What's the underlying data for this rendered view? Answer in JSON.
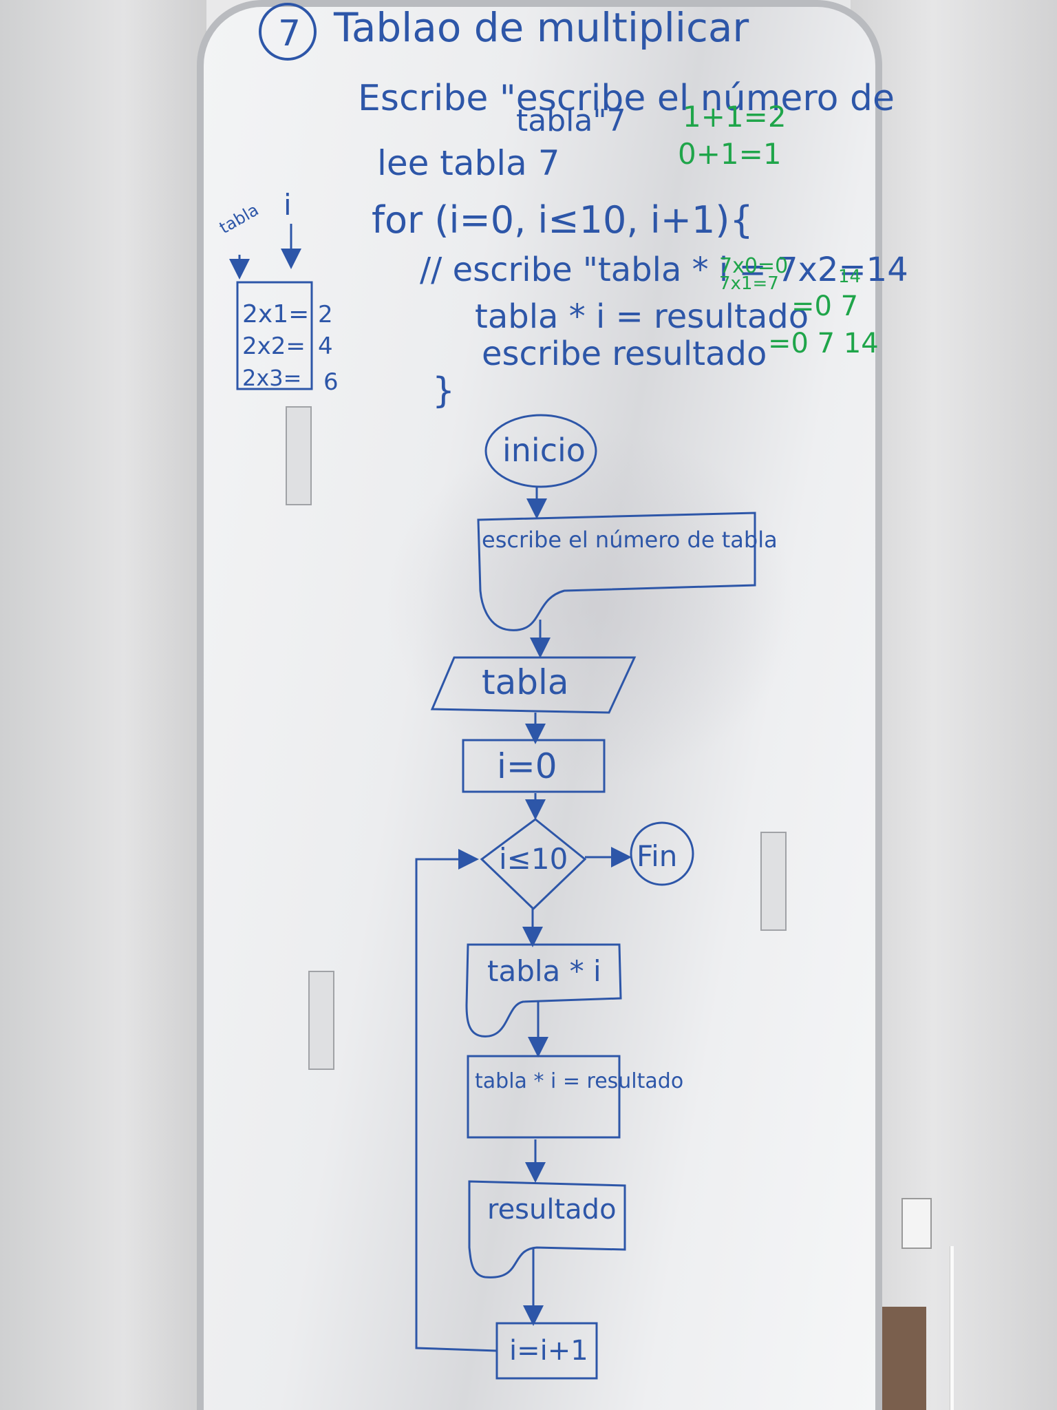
{
  "header": {
    "number": "7",
    "title": "Tablao de multiplicar"
  },
  "pseudocode": {
    "line1": "Escribe \"escribe el número de",
    "line2": "tabla\"7",
    "line3": "lee tabla 7",
    "line4": "for (i=0, i≤10, i+1){",
    "line5": "// escribe \"tabla * i = 7x2=14",
    "line6": "tabla * i = resultado",
    "line7": "escribe resultado",
    "line8": "}"
  },
  "green_notes": {
    "n1": "1+1=2",
    "n2": "0+1=1",
    "n3": "7x0=0",
    "n4": "7x1=7",
    "n5": "14",
    "n6": "=0 7",
    "n7": "=0 7 14"
  },
  "side_table": {
    "labels": [
      "tabla",
      "i"
    ],
    "rows": [
      "2x1=",
      "2x2=",
      "2x3="
    ],
    "results": [
      "2",
      "4",
      "6"
    ]
  },
  "flowchart": {
    "start": "inicio",
    "output1": "escribe el número de tabla",
    "input1": "tabla",
    "init": "i=0",
    "decision": "i≤10",
    "end": "Fin",
    "output2": "tabla * i",
    "process": "tabla * i = resultado",
    "output3": "resultado",
    "increment": "i=i+1"
  }
}
